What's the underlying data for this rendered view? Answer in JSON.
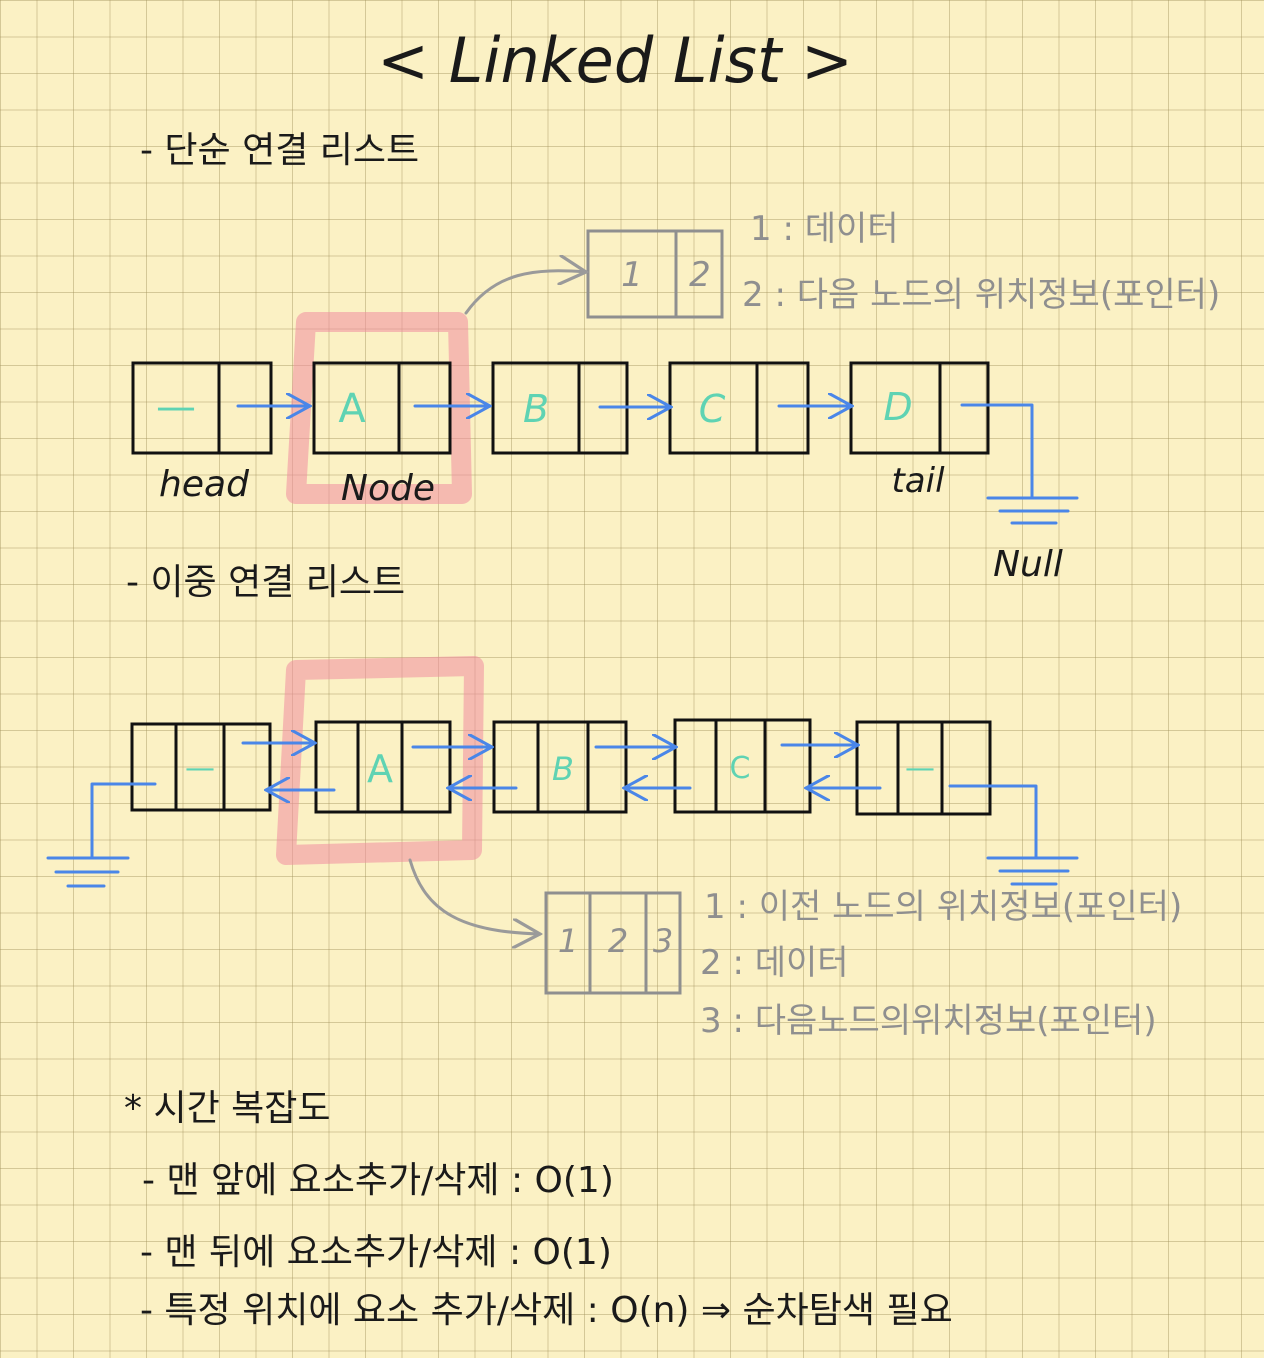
{
  "title": "< Linked List >",
  "singly": {
    "heading": "- 단순 연결 리스트",
    "nodes": [
      {
        "value": "—",
        "label": "head"
      },
      {
        "value": "A",
        "label": "Node"
      },
      {
        "value": "B",
        "label": ""
      },
      {
        "value": "C",
        "label": ""
      },
      {
        "value": "D",
        "label": "tail"
      }
    ],
    "null_label": "Null",
    "detail_cells": [
      "1",
      "2"
    ],
    "legend": [
      "1 : 데이터",
      "2 : 다음 노드의 위치정보(포인터)"
    ]
  },
  "doubly": {
    "heading": "- 이중 연결 리스트",
    "nodes": [
      {
        "value": "—"
      },
      {
        "value": "A"
      },
      {
        "value": "B"
      },
      {
        "value": "C"
      },
      {
        "value": "—"
      }
    ],
    "detail_cells": [
      "1",
      "2",
      "3"
    ],
    "legend": [
      "1 : 이전 노드의 위치정보(포인터)",
      "2 : 데이터",
      "3 : 다음노드의위치정보(포인터)"
    ]
  },
  "complexity": {
    "heading": "* 시간 복잡도",
    "items": [
      "- 맨 앞에 요소추가/삭제 : O(1)",
      "- 맨 뒤에 요소추가/삭제 : O(1)",
      "- 특정 위치에 요소 추가/삭제 : O(n) ⇒ 순차탐색 필요"
    ]
  },
  "colors": {
    "ink": "#1a1a1a",
    "arrow": "#4a86e8",
    "value": "#5fd3b3",
    "note": "#8f8f8f",
    "highlight": "#f08ca0",
    "paper": "#fbf1c4"
  }
}
